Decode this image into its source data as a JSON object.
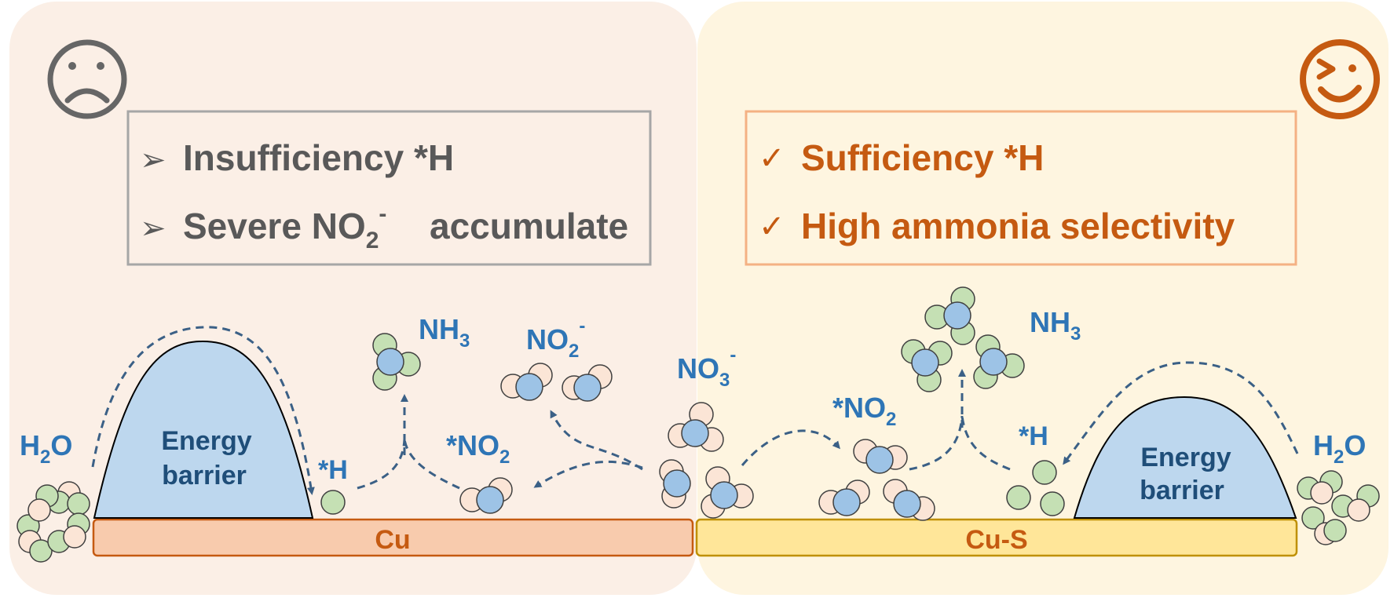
{
  "left_panel": {
    "face": "sad-face-icon",
    "bullet_glyph": "➢",
    "items": [
      {
        "text": "Insufficiency *H"
      },
      {
        "text_main": "Severe NO",
        "sub": "2",
        "sup": "-",
        "text_tail": "accumulate"
      }
    ],
    "surface_label": "Cu",
    "barrier_line1": "Energy",
    "barrier_line2": "barrier",
    "water_main": "H",
    "water_sub": "2",
    "water_tail": "O",
    "h_star": "*H",
    "nh3_main": "NH",
    "nh3_sub": "3",
    "no2_main": "NO",
    "no2_sub": "2",
    "no2_sup": "-",
    "star_no2_main": "*NO",
    "star_no2_sub": "2"
  },
  "center": {
    "no3_main": "NO",
    "no3_sub": "3",
    "no3_sup": "-"
  },
  "right_panel": {
    "face": "winking-face-icon",
    "check_glyph": "✓",
    "items": [
      {
        "text": "Sufficiency *H"
      },
      {
        "text": "High ammonia selectivity"
      }
    ],
    "surface_label": "Cu-S",
    "barrier_line1": "Energy",
    "barrier_line2": "barrier",
    "water_main": "H",
    "water_sub": "2",
    "water_tail": "O",
    "h_star": "*H",
    "nh3_main": "NH",
    "nh3_sub": "3",
    "star_no2_main": "*NO",
    "star_no2_sub": "2"
  },
  "colors": {
    "left_bg": "#fbefe6",
    "right_bg": "#fef5e0",
    "label_blue": "#2e75b6",
    "barrier_blue": "#bdd7ee",
    "barrier_text": "#1f4e79",
    "orange_text": "#c55a11",
    "gray_text": "#595959",
    "cu_fill": "#f8cbad",
    "cus_fill": "#ffe699",
    "atom_green": "#c5e0b4",
    "atom_pink": "#fbe5d6",
    "atom_blue": "#9dc3e6",
    "arrow": "#3b6086"
  }
}
